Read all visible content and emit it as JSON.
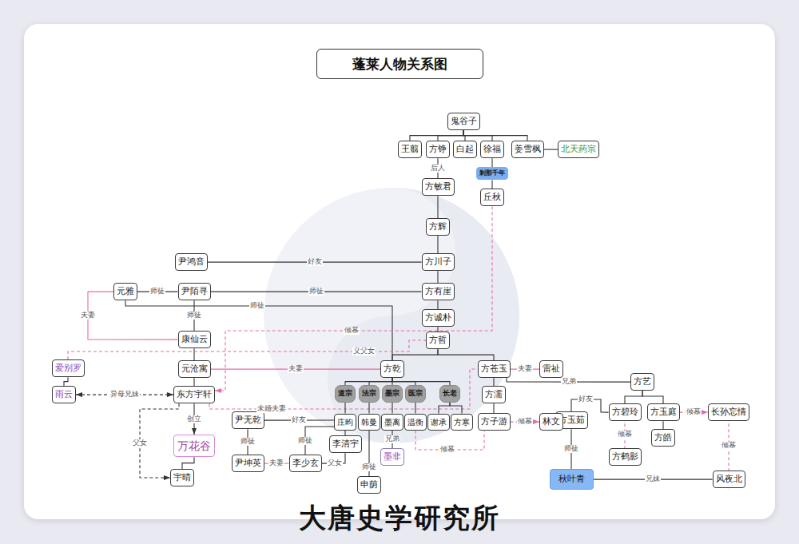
{
  "diagram": {
    "title": "蓬莱人物关系图",
    "nodes": [
      {
        "text": [
          "鬼谷子"
        ]
      },
      {
        "text": [
          "王翦"
        ]
      },
      {
        "text": [
          "方铮"
        ]
      },
      {
        "text": [
          "白起"
        ]
      },
      {
        "text": [
          "徐福"
        ]
      },
      {
        "text": [
          "姜雪枫"
        ]
      },
      {
        "text": [
          "北天药宗"
        ]
      },
      {
        "text": [
          "剎那千年"
        ]
      },
      {
        "text": [
          "丘秋"
        ]
      },
      {
        "text": [
          "方敏君"
        ]
      },
      {
        "text": [
          "方辉"
        ]
      },
      {
        "text": [
          "方川子"
        ]
      },
      {
        "text": [
          "尹鸿音"
        ]
      },
      {
        "text": [
          "元雅"
        ]
      },
      {
        "text": [
          "尹陌寻"
        ]
      },
      {
        "text": [
          "方有崖"
        ]
      },
      {
        "text": [
          "方诚朴"
        ]
      },
      {
        "text": [
          "方哲"
        ]
      },
      {
        "text": [
          "康仙云"
        ]
      },
      {
        "text": [
          "爱别罗"
        ]
      },
      {
        "text": [
          "元沧寓"
        ]
      },
      {
        "text": [
          "方乾"
        ]
      },
      {
        "text": [
          "方苍玉"
        ]
      },
      {
        "text": [
          "雷祉"
        ]
      },
      {
        "text": [
          "方艺"
        ]
      },
      {
        "text": [
          "雨云"
        ]
      },
      {
        "text": [
          "东方宇轩"
        ]
      },
      {
        "text": [
          "道宗"
        ]
      },
      {
        "text": [
          "法宗"
        ]
      },
      {
        "text": [
          "墨宗"
        ]
      },
      {
        "text": [
          "医宗"
        ]
      },
      {
        "text": [
          "长老"
        ]
      },
      {
        "text": [
          "方濡"
        ]
      },
      {
        "text": [
          "方玉茹"
        ]
      },
      {
        "text": [
          "方碧玲"
        ]
      },
      {
        "text": [
          "方玉庭"
        ]
      },
      {
        "text": [
          "长孙忘情"
        ]
      },
      {
        "text": [
          "尹无乾"
        ]
      },
      {
        "text": [
          "庄昀"
        ]
      },
      {
        "text": [
          "韩曼"
        ]
      },
      {
        "text": [
          "墨离"
        ]
      },
      {
        "text": [
          "温衡"
        ]
      },
      {
        "text": [
          "谢承"
        ]
      },
      {
        "text": [
          "方寒"
        ]
      },
      {
        "text": [
          "方子游"
        ]
      },
      {
        "text": [
          "林文"
        ]
      },
      {
        "text": [
          "万花谷"
        ]
      },
      {
        "text": [
          "李清宇"
        ]
      },
      {
        "text": [
          "方皓"
        ]
      },
      {
        "text": [
          "方鹤影"
        ]
      },
      {
        "text": [
          "尹坤英"
        ]
      },
      {
        "text": [
          "李少玄"
        ]
      },
      {
        "text": [
          "墨非"
        ]
      },
      {
        "text": [
          "宇晴"
        ]
      },
      {
        "text": [
          "申荫"
        ]
      },
      {
        "text": [
          "秋叶青"
        ]
      },
      {
        "text": [
          "风夜北"
        ]
      }
    ],
    "edges": [
      {
        "from": 0,
        "to": 1,
        "arrow": "none"
      },
      {
        "from": 0,
        "to": 2,
        "arrow": "none"
      },
      {
        "from": 0,
        "to": 3,
        "arrow": "none"
      },
      {
        "from": 0,
        "to": 4,
        "arrow": "none"
      },
      {
        "from": 0,
        "to": 5,
        "arrow": "none"
      },
      {
        "from": 6,
        "to": 5,
        "arrow": "none"
      },
      {
        "from": 2,
        "to": 9,
        "label": "后人",
        "arrow": "none"
      },
      {
        "from": 4,
        "to": 7,
        "arrow": "none"
      },
      {
        "from": 7,
        "to": 8,
        "arrow": "none"
      },
      {
        "from": 9,
        "to": 10,
        "arrow": "none"
      },
      {
        "from": 10,
        "to": 11,
        "arrow": "none"
      },
      {
        "from": 12,
        "to": 11,
        "label": "好友",
        "arrow": "none"
      },
      {
        "from": 11,
        "to": 15,
        "arrow": "none"
      },
      {
        "from": 13,
        "to": 14,
        "label": "师徒",
        "arrow": "none"
      },
      {
        "from": 14,
        "to": 15,
        "label": "师徒",
        "arrow": "none"
      },
      {
        "from": 15,
        "to": 16,
        "arrow": "none"
      },
      {
        "from": 16,
        "to": 17,
        "arrow": "none"
      },
      {
        "from": 13,
        "to": 21,
        "label": "师徒",
        "arrow": "none"
      },
      {
        "from": 14,
        "to": 18,
        "label": "师徒",
        "arrow": "none"
      },
      {
        "from": 13,
        "to": 18,
        "label": "夫妻",
        "arrow": "none"
      },
      {
        "from": 18,
        "to": 20,
        "arrow": "none"
      },
      {
        "from": 20,
        "to": 26,
        "arrow": "none"
      },
      {
        "from": 8,
        "to": 26,
        "label": "倾慕",
        "arrow": "to"
      },
      {
        "from": 19,
        "to": 17,
        "label": "义父女",
        "arrow": "none"
      },
      {
        "from": 20,
        "to": 21,
        "label": "夫妻",
        "arrow": "none"
      },
      {
        "from": 17,
        "to": 21,
        "arrow": "none"
      },
      {
        "from": 17,
        "to": 22,
        "arrow": "none"
      },
      {
        "from": 22,
        "to": 23,
        "label": "夫妻",
        "arrow": "none"
      },
      {
        "from": 22,
        "to": 24,
        "label": "兄弟",
        "arrow": "none"
      },
      {
        "from": 19,
        "to": 25,
        "arrow": "none"
      },
      {
        "from": 25,
        "to": 26,
        "label": "异母兄妹",
        "arrow": "both"
      },
      {
        "from": 26,
        "to": 46,
        "label": "创立",
        "arrow": "to"
      },
      {
        "from": 26,
        "to": 53,
        "label": "父女",
        "arrow": "to"
      },
      {
        "from": 46,
        "to": 53,
        "arrow": "none"
      },
      {
        "from": 26,
        "to": 22,
        "label": "未婚夫妻",
        "arrow": "none"
      },
      {
        "from": 21,
        "to": 27,
        "arrow": "none"
      },
      {
        "from": 21,
        "to": 28,
        "arrow": "none"
      },
      {
        "from": 21,
        "to": 29,
        "arrow": "none"
      },
      {
        "from": 21,
        "to": 30,
        "arrow": "none"
      },
      {
        "from": 21,
        "to": 31,
        "arrow": "none"
      },
      {
        "from": 27,
        "to": 38,
        "arrow": "none"
      },
      {
        "from": 28,
        "to": 39,
        "arrow": "none"
      },
      {
        "from": 29,
        "to": 40,
        "arrow": "none"
      },
      {
        "from": 30,
        "to": 41,
        "arrow": "none"
      },
      {
        "from": 31,
        "to": 42,
        "arrow": "none"
      },
      {
        "from": 31,
        "to": 43,
        "arrow": "none"
      },
      {
        "from": 37,
        "to": 38,
        "label": "好友",
        "arrow": "none"
      },
      {
        "from": 37,
        "to": 50,
        "label": "师徒",
        "arrow": "none"
      },
      {
        "from": 38,
        "to": 51,
        "label": "师徒",
        "arrow": "none"
      },
      {
        "from": 38,
        "to": 47,
        "arrow": "none"
      },
      {
        "from": 50,
        "to": 51,
        "label": "夫妻",
        "arrow": "none"
      },
      {
        "from": 47,
        "to": 51,
        "label": "父女",
        "arrow": "none"
      },
      {
        "from": 39,
        "to": 54,
        "label": "师徒",
        "arrow": "none"
      },
      {
        "from": 40,
        "to": 52,
        "label": "兄弟",
        "arrow": "none"
      },
      {
        "from": 22,
        "to": 32,
        "arrow": "none"
      },
      {
        "from": 32,
        "to": 44,
        "arrow": "none"
      },
      {
        "from": 44,
        "to": 45,
        "label": "倾慕",
        "arrow": "to"
      },
      {
        "from": 41,
        "to": 44,
        "label": "倾慕",
        "arrow": "none"
      },
      {
        "from": 24,
        "to": 34,
        "arrow": "none"
      },
      {
        "from": 24,
        "to": 35,
        "arrow": "none"
      },
      {
        "from": 33,
        "to": 34,
        "label": "好友",
        "arrow": "none"
      },
      {
        "from": 33,
        "to": 55,
        "label": "师徒",
        "arrow": "none"
      },
      {
        "from": 35,
        "to": 36,
        "label": "倾慕",
        "arrow": "to"
      },
      {
        "from": 35,
        "to": 48,
        "arrow": "none"
      },
      {
        "from": 49,
        "to": 34,
        "label": "倾慕",
        "arrow": "to"
      },
      {
        "from": 55,
        "to": 56,
        "label": "兄妹",
        "arrow": "none"
      },
      {
        "from": 56,
        "to": 36,
        "label": "倾慕",
        "arrow": "to"
      }
    ],
    "labels": [
      "大唐史学研究所"
    ]
  }
}
